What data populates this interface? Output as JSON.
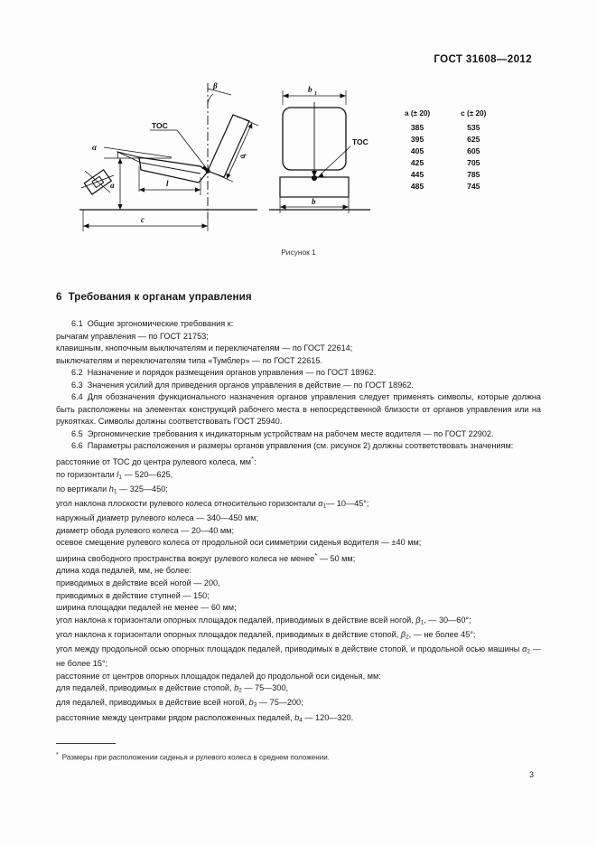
{
  "header": {
    "standard_code": "ГОСТ 31608—2012"
  },
  "figure": {
    "caption": "Рисунок 1",
    "labels": {
      "alpha": "α",
      "beta": "β",
      "a": "a",
      "b": "b",
      "c": "c",
      "l": "l",
      "b1": "b",
      "b1_sub": "1",
      "tos_left": "ТОС",
      "tos_right": "ТОС"
    },
    "table": {
      "headers": [
        "a (± 20)",
        "c (± 20)"
      ],
      "rows": [
        [
          "385",
          "535"
        ],
        [
          "395",
          "625"
        ],
        [
          "405",
          "605"
        ],
        [
          "425",
          "705"
        ],
        [
          "445",
          "785"
        ],
        [
          "485",
          "745"
        ]
      ]
    }
  },
  "section": {
    "number": "6",
    "title": "Требования к органам управления"
  },
  "clauses": {
    "c61_num": "6.1",
    "c61_text": "Общие эргономические требования к:",
    "c61_l1": "рычагам управления — по ГОСТ 21753;",
    "c61_l2": "клавишным, кнопочным выключателям и переключателям — по ГОСТ 22614;",
    "c61_l3": "выключателям и переключателям типа «Тумблер» — по ГОСТ 22615.",
    "c62_num": "6.2",
    "c62_text": "Назначение и порядок размещения органов управления — по ГОСТ 18962.",
    "c63_num": "6.3",
    "c63_text": "Значения усилий для приведения органов управления в действие — по ГОСТ 18962.",
    "c64_num": "6.4",
    "c64_text": "Для обозначения функционального назначения органов управления следует применять символы, которые должна быть расположены на элементах конструкций рабочего места в непосредственной близости от органов управления или на рукоятках. Символы должны соответствовать ГОСТ 25940.",
    "c65_num": "6.5",
    "c65_text": "Эргономические требования к индикаторным устройствам на рабочем месте водителя — по ГОСТ 22902.",
    "c66_num": "6.6",
    "c66_text": "Параметры расположения и размеры органов управления (см. рисунок 2) должны соответствовать значениям:"
  },
  "params": {
    "p1": "расстояние от ТОС до центра рулевого колеса, мм",
    "p1_mark": "*",
    "p1_tail": ":",
    "p2_pre": "по горизонтали ",
    "p2_var": "l",
    "p2_sub": "1",
    "p2_post": " — 520—625,",
    "p3_pre": "по вертикали ",
    "p3_var": "h",
    "p3_sub": "1",
    "p3_post": " — 325—450;",
    "p4_pre": "угол наклона плоскости рулевого колеса относительно горизонтали  ",
    "p4_var": "α",
    "p4_sub": "1",
    "p4_post": "— 10—45°;",
    "p5": "наружный диаметр рулевого колеса — 340—450 мм;",
    "p6": "диаметр обода рулевого колеса — 20—40 мм;",
    "p7": "осевое смещение рулевого колеса от продольной оси симметрии сиденья водителя — ±40 мм;",
    "p8_pre": "ширина свободного пространства вокруг рулевого колеса не менее",
    "p8_mark": "*",
    "p8_post": " — 50 мм;",
    "p9": "длина хода педалей, мм, не более:",
    "p10": "приводимых в действие всей ногой — 200,",
    "p11": "приводимых в действие ступней — 150;",
    "p12": "ширина площадки педалей не менее — 60 мм;",
    "p13_pre": "угол наклона к горизонтали опорных площадок педалей, приводимых в действие всей ногой, ",
    "p13_var": "β",
    "p13_sub": "1",
    "p13_post": ", — 30—60°;",
    "p14_pre": "угол наклона к горизонтали опорных площадок педалей, приводимых в действие стопой, ",
    "p14_var": "β",
    "p14_sub": "2",
    "p14_post": ", — не более 45°;",
    "p15_pre": "угол между продольной осью опорных площадок педалей, приводимых в действие стопой, и продольной осью машины ",
    "p15_var": "α",
    "p15_sub": "2",
    "p15_post": " — не более 15°;",
    "p16": "расстояние от центров опорных площадок педалей до продольной оси сиденья, мм:",
    "p17_pre": "для педалей, приводимых в действие стопой, ",
    "p17_var": "b",
    "p17_sub": "2",
    "p17_post": " — 75—300,",
    "p18_pre": "для педалей, приводимых в действие всей ногой, ",
    "p18_var": "b",
    "p18_sub": "3",
    "p18_post": " — 75—200;",
    "p19_pre": "расстояние между центрами рядом расположенных педалей, ",
    "p19_var": "b",
    "p19_sub": "4",
    "p19_post": " — 120—320."
  },
  "footnote": {
    "mark": "*",
    "text": "Размеры при расположении сиденья и рулевого колеса в среднем положении."
  },
  "page_number": "3"
}
